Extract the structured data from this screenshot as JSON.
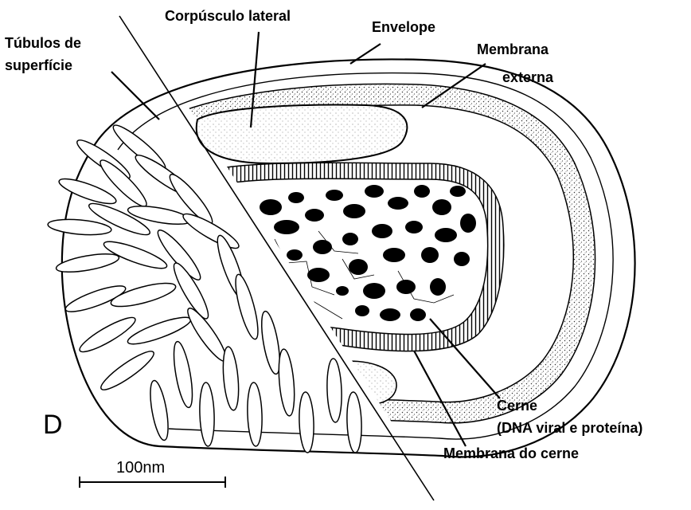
{
  "labels": {
    "corpusculo_lateral": "Corpúsculo lateral",
    "envelope": "Envelope",
    "tubulos_l1": "Túbulos de",
    "tubulos_l2": "superfície",
    "membrana_externa_l1": "Membrana",
    "membrana_externa_l2": "externa",
    "cerne_l1": "Cerne",
    "cerne_l2": "(DNA viral e proteína)",
    "membrana_do_cerne": "Membrana do cerne"
  },
  "panel_letter": "D",
  "scale_bar": {
    "text": "100nm"
  }
}
